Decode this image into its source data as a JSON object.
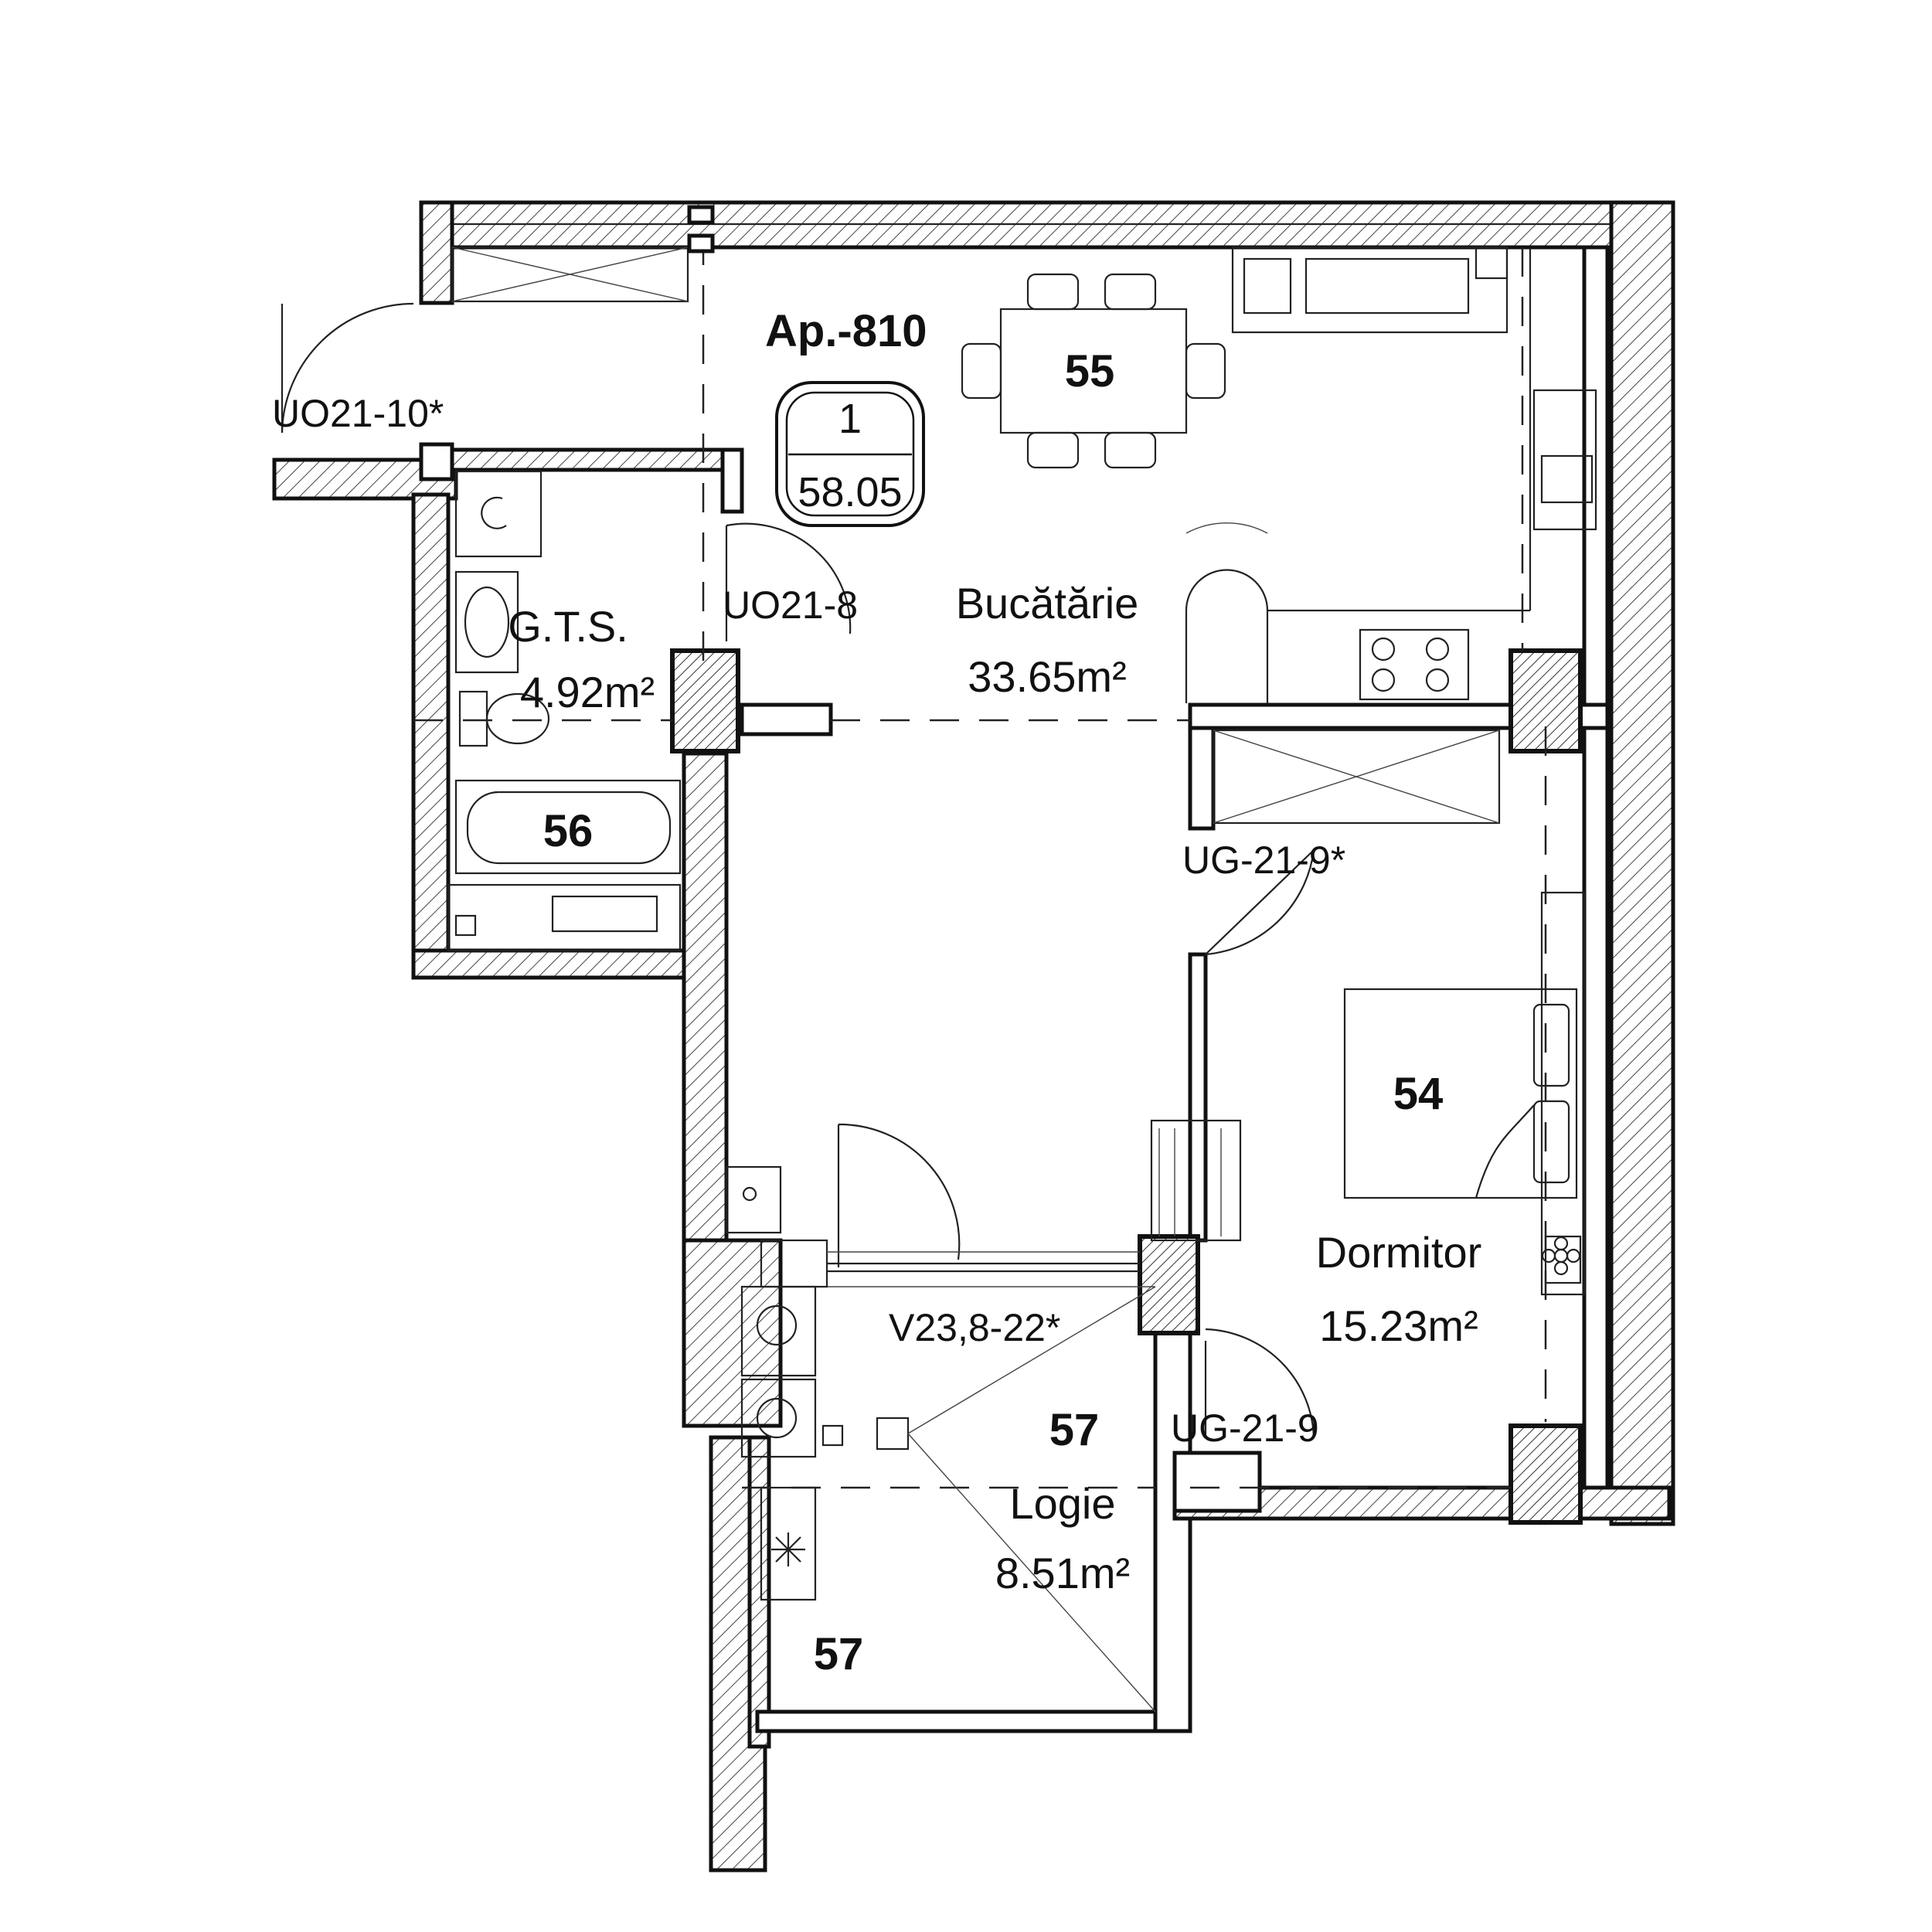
{
  "apartment": {
    "title": "Ap.-810",
    "badge_top": "1",
    "badge_bottom": "58.05"
  },
  "rooms": {
    "kitchen": {
      "name": "Bucătărie",
      "area": "33.65m²",
      "number": "55"
    },
    "bathroom": {
      "name": "G.T.S.",
      "area": "4.92m²",
      "number": "56"
    },
    "bedroom": {
      "name": "Dormitor",
      "area": "15.23m²",
      "number": "54"
    },
    "loggia": {
      "name": "Logie",
      "area": "8.51m²",
      "number": "57",
      "number_2": "57"
    }
  },
  "doors": {
    "entry": "UO21-10*",
    "bath": "UO21-8",
    "bedroom_top": "UG-21-9*",
    "bedroom_bottom": "UG-21-9",
    "window": "V23,8-22*"
  }
}
